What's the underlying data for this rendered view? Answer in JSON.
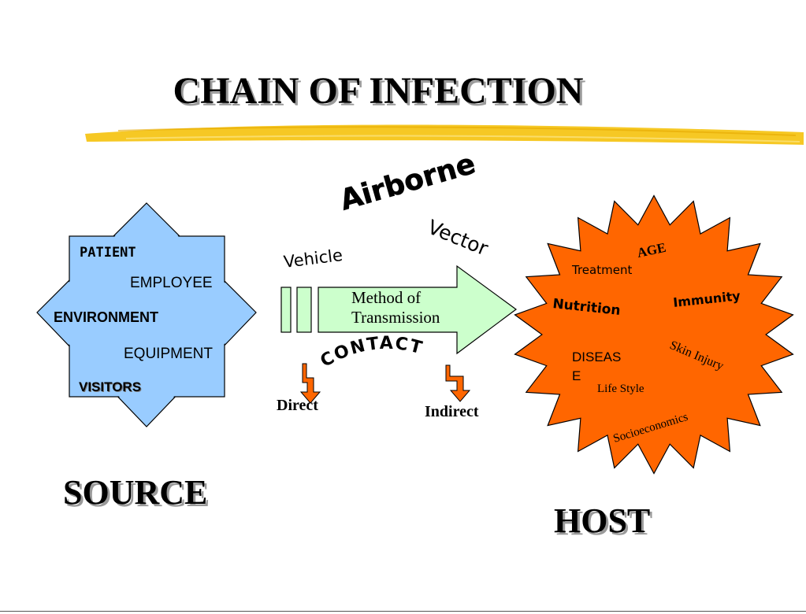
{
  "slide": {
    "title": "CHAIN OF INFECTION",
    "colors": {
      "highlighter": "#f5c518",
      "source_fill": "#99ccff",
      "arrow_fill": "#ccffcc",
      "host_fill": "#ff6600",
      "small_arrow_fill": "#ff6600"
    }
  },
  "source": {
    "label": "SOURCE",
    "items": {
      "patient": "PATIENT",
      "employee": "EMPLOYEE",
      "environment": "ENVIRONMENT",
      "equipment": "EQUIPMENT",
      "visitors": "VISITORS"
    }
  },
  "transmission": {
    "method_line1": "Method of",
    "method_line2": "Transmission",
    "airborne": "Airborne",
    "vector": "Vector",
    "vehicle": "Vehicle",
    "contact": "CONTACT",
    "direct": "Direct",
    "indirect": "Indirect"
  },
  "host": {
    "label": "HOST",
    "items": {
      "age": "AGE",
      "treatment": "Treatment",
      "nutrition": "Nutrition",
      "immunity": "Immunity",
      "disease_line1": "DISEAS",
      "disease_line2": "E",
      "skin_injury": "Skin Injury",
      "life_style": "Life Style",
      "socioeconomics": "Socioeconomics"
    }
  }
}
